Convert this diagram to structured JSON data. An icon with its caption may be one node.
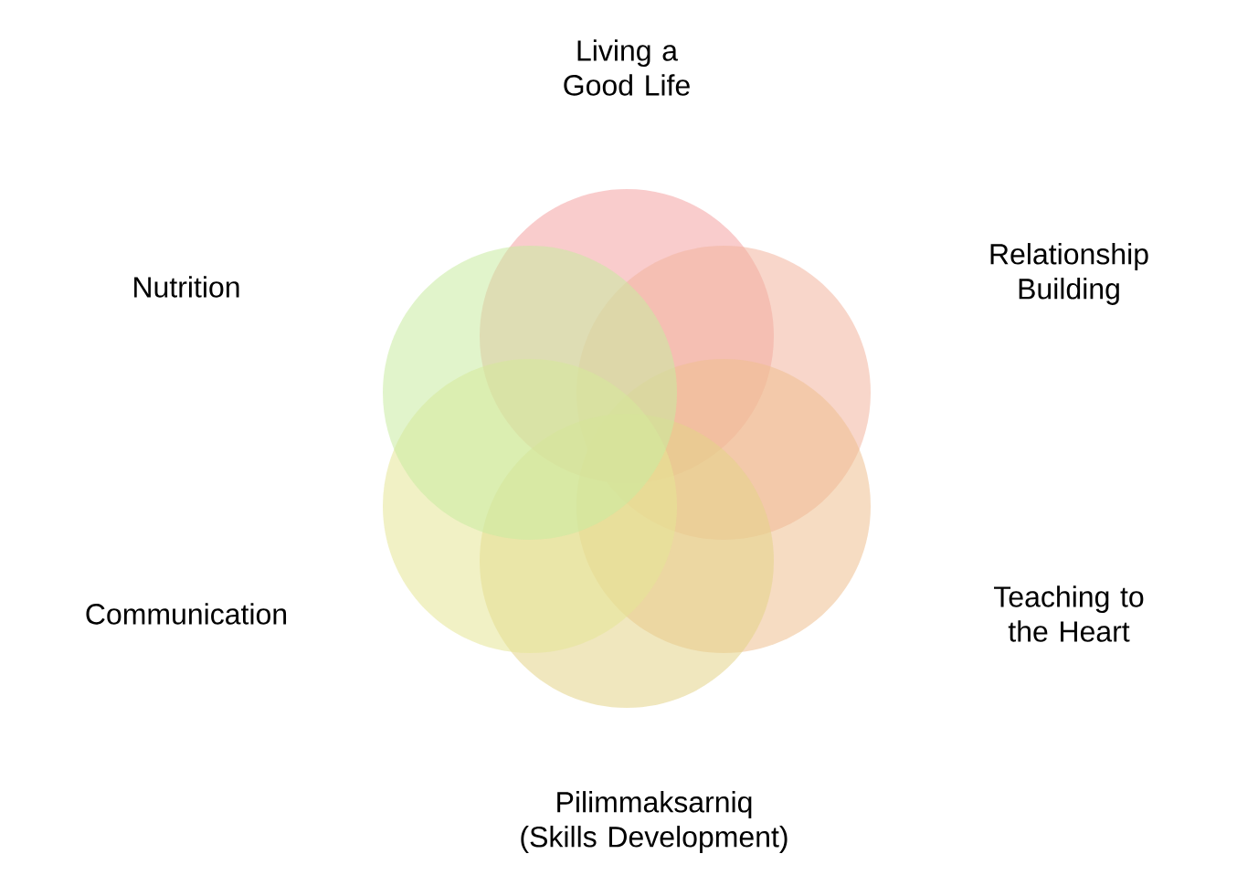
{
  "diagram": {
    "nodes": [
      {
        "text": [],
        "shape": "circle"
      },
      {
        "text": [],
        "shape": "circle"
      },
      {
        "text": [],
        "shape": "circle"
      },
      {
        "text": [],
        "shape": "circle"
      },
      {
        "text": [],
        "shape": "circle"
      },
      {
        "text": [],
        "shape": "circle"
      }
    ],
    "labels": [
      "Living a Good Life",
      "Relationship Building",
      "Nutrition",
      "Teaching to the Heart",
      "Communication",
      "Pilimmaksarniq (Skills Development)"
    ]
  }
}
